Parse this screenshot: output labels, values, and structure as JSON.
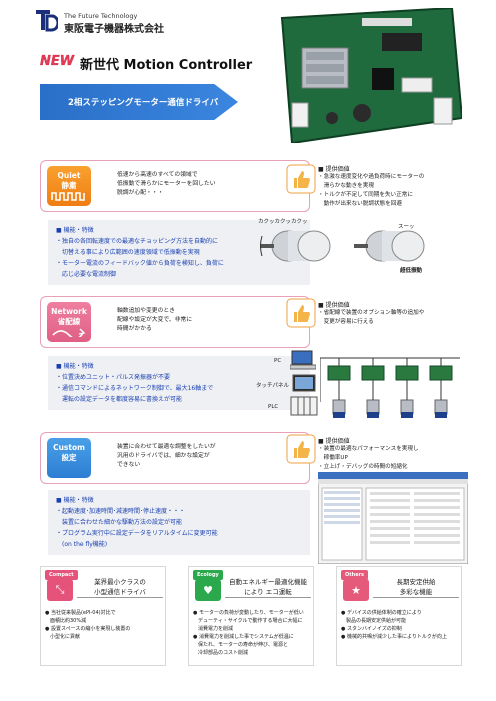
{
  "header": {
    "company_en": "The Future Technology",
    "company_jp": "東阪電子機器株式会社",
    "new_badge": "NEW",
    "product_title": "新世代 Motion Controller",
    "subtitle": "2相ステッピングモーター通信ドライバ"
  },
  "sections": [
    {
      "tag_line1": "Quiet",
      "tag_line2": "静粛",
      "description": "低速から高速のすべての領域で\n低振動で滑らかにモーターを回したい\n脱調が心配・・・",
      "func_title": "■ 機能・特徴",
      "func_items": [
        "・独自の各回転速度での最適なチョッピング方法を自動的に\n　切替える事により広範囲の速度領域で低振動を実現",
        "・モーター電流のフィードバック値から負荷を検知し、負荷に\n　応じ必要な電流制御"
      ],
      "value_head": "■ 提供価値",
      "value_items": [
        "・急激な速度変化や過負荷時にモーターの\n　滑らかな動きを実現",
        "・トルクが不足して同期を失い正常に\n　動作が出来ない脱調状態を回避"
      ]
    },
    {
      "tag_line1": "Network",
      "tag_line2": "省配線",
      "description": "軸数追加や変更のとき\n配線や設定が大変で、非常に\n時間がかかる",
      "func_title": "■ 機能・特徴",
      "func_items": [
        "・位置決めユニット・パルス発振器が不要",
        "・通信コマンドによるネットワーク制御で、最大16軸まで\n　運転の設定データを都度容易に書換えが可能"
      ],
      "value_head": "■ 提供価値",
      "value_items": [
        "・省配線で装置のオプション軸等の追加や\n　変更が容易に行える"
      ]
    },
    {
      "tag_line1": "Custom",
      "tag_line2": "設定",
      "description": "装置に合わせて最適な調整をしたいが\n汎用のドライバでは、細かな設定が\nできない",
      "func_title": "■ 機能・特徴",
      "func_items": [
        "・起動速度･加速時間･減速時間･停止速度・・・\n　装置に合わせた細かな駆動方法の設定が可能",
        "・プログラム実行中に設定データをリアルタイムに変更可能\n　(on the fly機能)"
      ],
      "value_head": "■ 提供価値",
      "value_items": [
        "・装置の最適なパフォーマンスを実現し\n　稼働率UP",
        "・立上げ・デバッグの時間の短縮化"
      ]
    }
  ],
  "diagram1": {
    "sound_bumpy": "カクッカクッカクッ",
    "sound_smooth": "スーッ",
    "caption": "超低振動"
  },
  "diagram2": {
    "pc": "PC",
    "touch_panel": "タッチパネル",
    "plc": "PLC"
  },
  "bottom_cards": [
    {
      "tag": "Compact",
      "title": "業界最小クラスの\n小型通信ドライバ",
      "items": [
        "● 当社従来製品(ePI-04)対比で\n　面積比約30%減",
        "● 設置スペースの縮小を実現し装置の\n　小型化に貢献"
      ],
      "color": "#e5527a"
    },
    {
      "tag": "Ecology",
      "title": "自動エネルギー最適化機能\nにより エコ運転",
      "items": [
        "● モーターの負荷が変動したり、モーターが低い\n　デューティ・サイクルで動作する場合に大幅に\n　消費電力を削減",
        "● 消費電力を削減した事でシステムが低温に\n　保たれ、モーターの寿命が伸び、電源と\n　冷却部品のコスト削減"
      ],
      "color": "#2ca84c"
    },
    {
      "tag": "Others",
      "title": "長期安定供給\n多彩な機能",
      "items": [
        "● デバイスの供給体制の確立により\n　製品の長期安定供給が可能",
        "● スタンバイノイズの抑制",
        "● 機械的共鳴が減少した事によりトルクが向上"
      ],
      "color": "#e55a7a"
    }
  ],
  "colors": {
    "accent_blue": "#2a6fc8",
    "feature_text": "#1a3fb0",
    "card_border": "#e7a0b5"
  }
}
